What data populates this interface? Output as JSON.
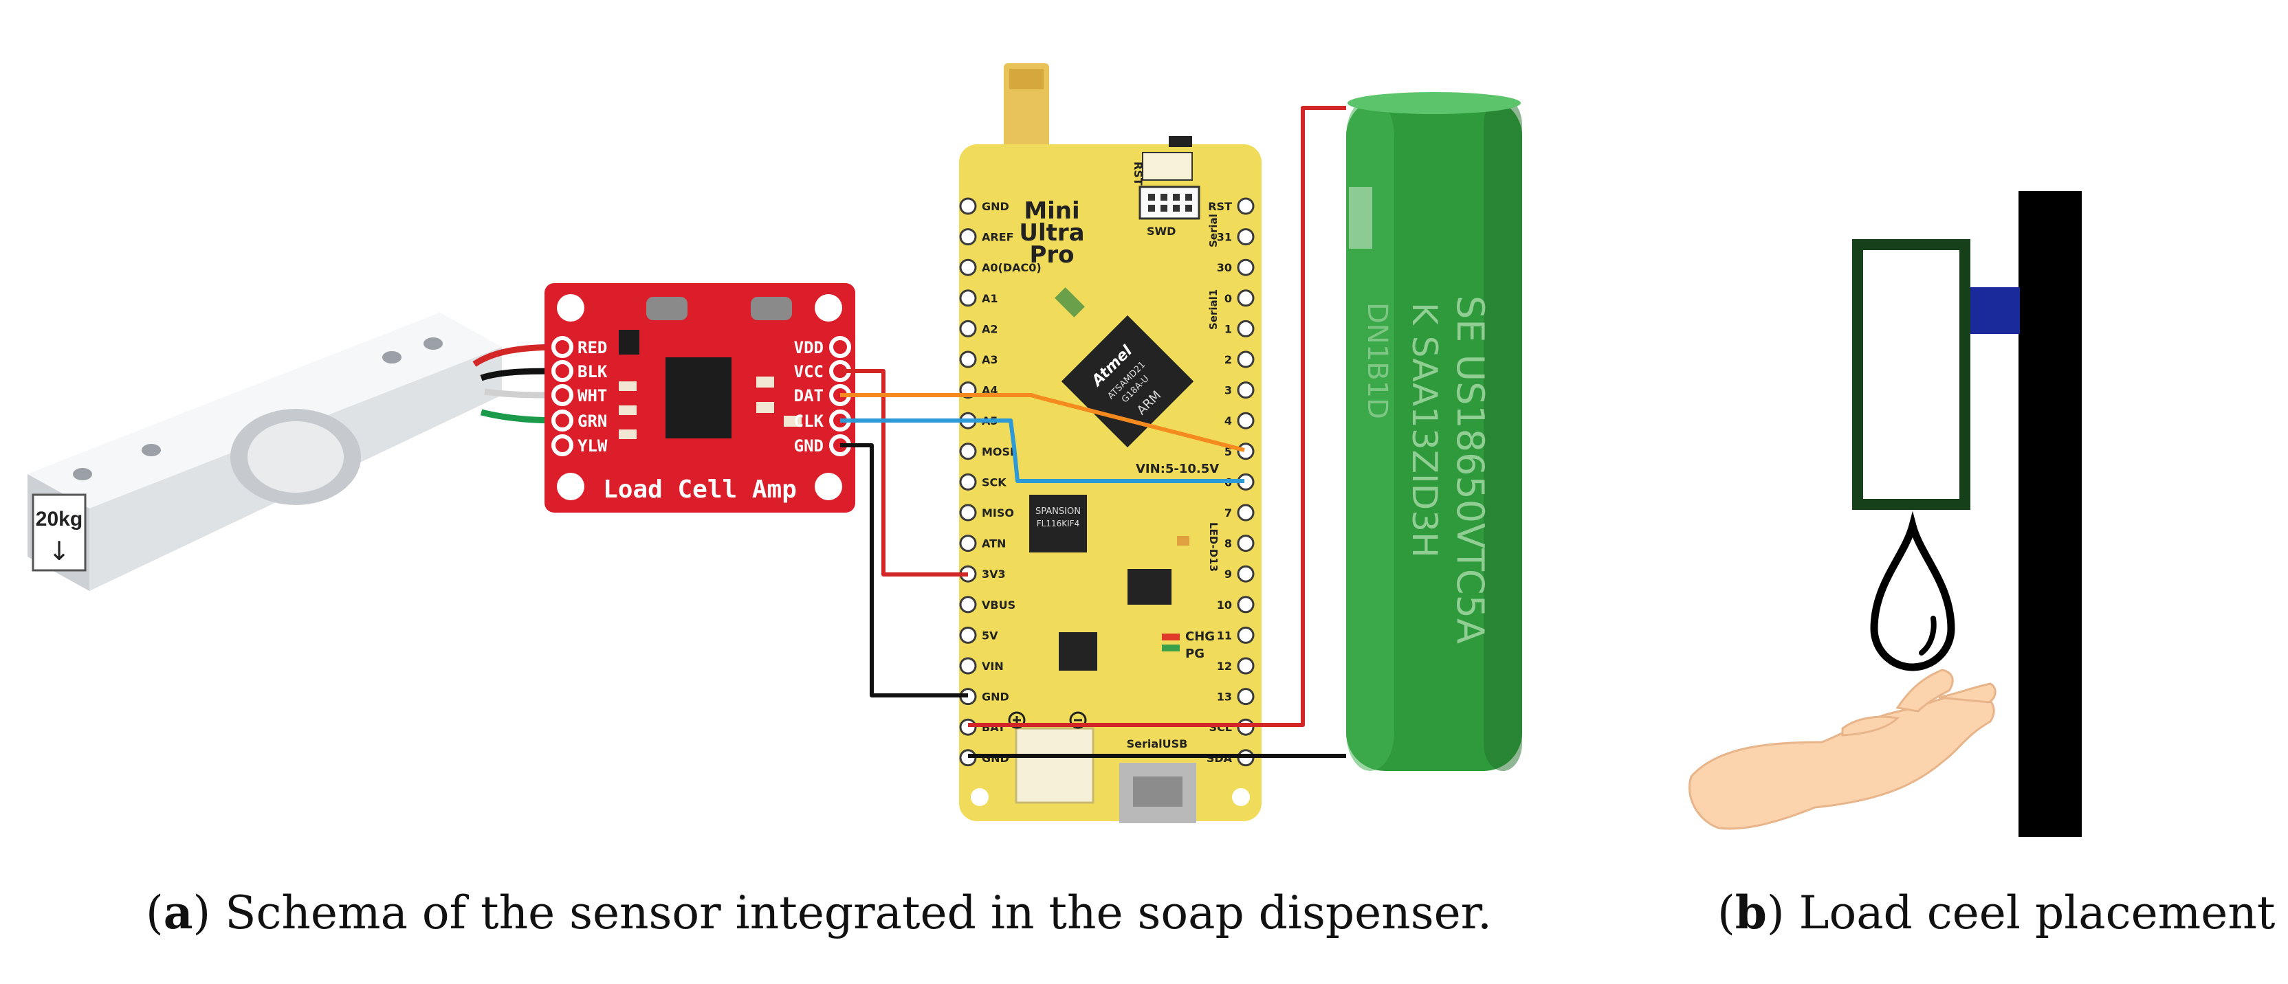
{
  "load_cell": {
    "capacity_label": "20kg",
    "arrow": "↓",
    "wire_colors": [
      "#d32626",
      "#111111",
      "#d0d0d0",
      "#1a9a4a"
    ]
  },
  "amp_board": {
    "title": "Load Cell Amp",
    "left_pins": [
      "RED",
      "BLK",
      "WHT",
      "GRN",
      "YLW"
    ],
    "right_pins": [
      "VDD",
      "VCC",
      "DAT",
      "CLK",
      "GND"
    ],
    "color": "#dc1e2b"
  },
  "mcu_board": {
    "name_lines": [
      "Mini",
      "Ultra",
      "Pro"
    ],
    "left_pins": [
      "GND",
      "AREF",
      "A0(DAC0)",
      "A1",
      "A2",
      "A3",
      "A4",
      "A5",
      "MOSI",
      "SCK",
      "MISO",
      "ATN",
      "3V3",
      "VBUS",
      "5V",
      "VIN",
      "GND",
      "BAT",
      "GND"
    ],
    "right_pins": [
      "RST",
      "31",
      "30",
      "0",
      "1",
      "2",
      "3",
      "4",
      "5",
      "6",
      "7",
      "8",
      "9",
      "10",
      "11",
      "12",
      "13",
      "SCL",
      "SDA"
    ],
    "vin_label": "VIN:5-10.5V",
    "led_label": "LED-D13",
    "chg_label": "CHG",
    "pg_label": "PG",
    "serial_usb_label": "SerialUSB",
    "rst_label": "RST",
    "swd_label": "SWD",
    "serial_label": "Serial",
    "serial1_label": "Serial1",
    "chip_brand": "Atmel",
    "chip_model": "ATSAMD21",
    "chip_sub": "G18A-U",
    "chip_arch": "ARM",
    "flash_label": "SPANSION",
    "flash_model": "FL116KIF4",
    "color": "#f0dc5a"
  },
  "battery": {
    "text_lines": [
      "SE US18650VTC5A",
      "K SAA13ZID3H",
      "DN1B1D"
    ],
    "color": "#2f9a3c"
  },
  "placement": {
    "colors": {
      "container": "#15401a",
      "bracket": "#1b2a9a",
      "wall": "#000000",
      "hand": "#fbd3ad"
    }
  },
  "captions": {
    "a_letter": "a",
    "a_text": "Schema of the sensor integrated in the soap dispenser.",
    "b_letter": "b",
    "b_text": "Load ceel placement"
  }
}
